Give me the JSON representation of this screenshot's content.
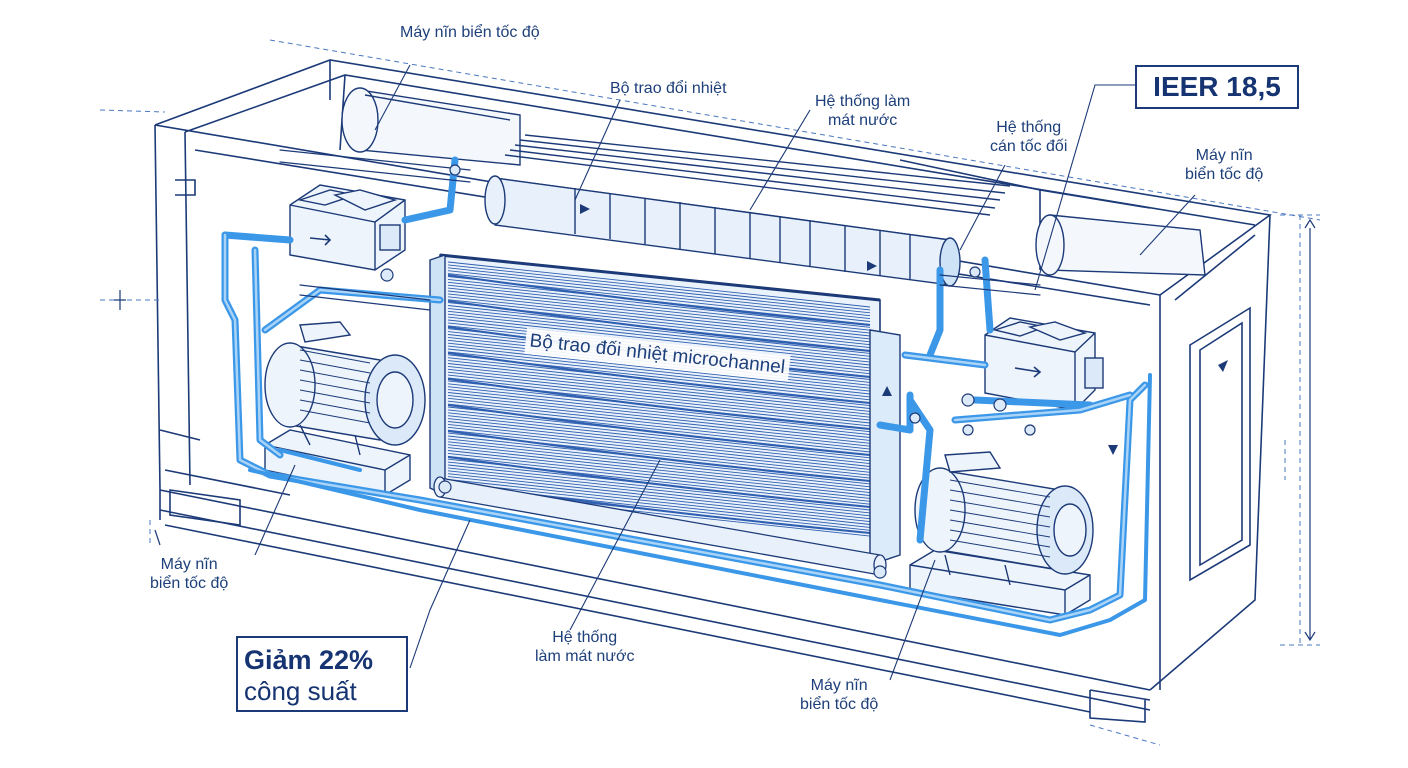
{
  "labels": {
    "compressor_top": "Máy nĩn biển tốc độ",
    "heat_exchanger_top": "Bộ trao đổi nhiệt",
    "water_cooling_top_1": "Hệ thống làm",
    "water_cooling_top_2": "mát nước",
    "control_system_1": "Hệ thống",
    "control_system_2": "cán tốc đối",
    "compressor_right_1": "Máy nĩn",
    "compressor_right_2": "biển tốc độ",
    "compressor_left_1": "Máy nĩn",
    "compressor_left_2": "biển tốc độ",
    "water_cooling_bottom_1": "Hệ thống",
    "water_cooling_bottom_2": "làm mát nước",
    "compressor_bottom_1": "Máy nĩn",
    "compressor_bottom_2": "biển tốc độ",
    "microchannel": "Bộ trao đối nhiệt microchannel"
  },
  "callouts": {
    "ieer": "IEER 18,5",
    "power_line1": "Giảm 22%",
    "power_line2": "công suất"
  },
  "colors": {
    "line": "#1c3a78",
    "pipe": "#3b97e8",
    "pipe_light": "#a9d3f7",
    "coil": "#2f5fb0"
  }
}
